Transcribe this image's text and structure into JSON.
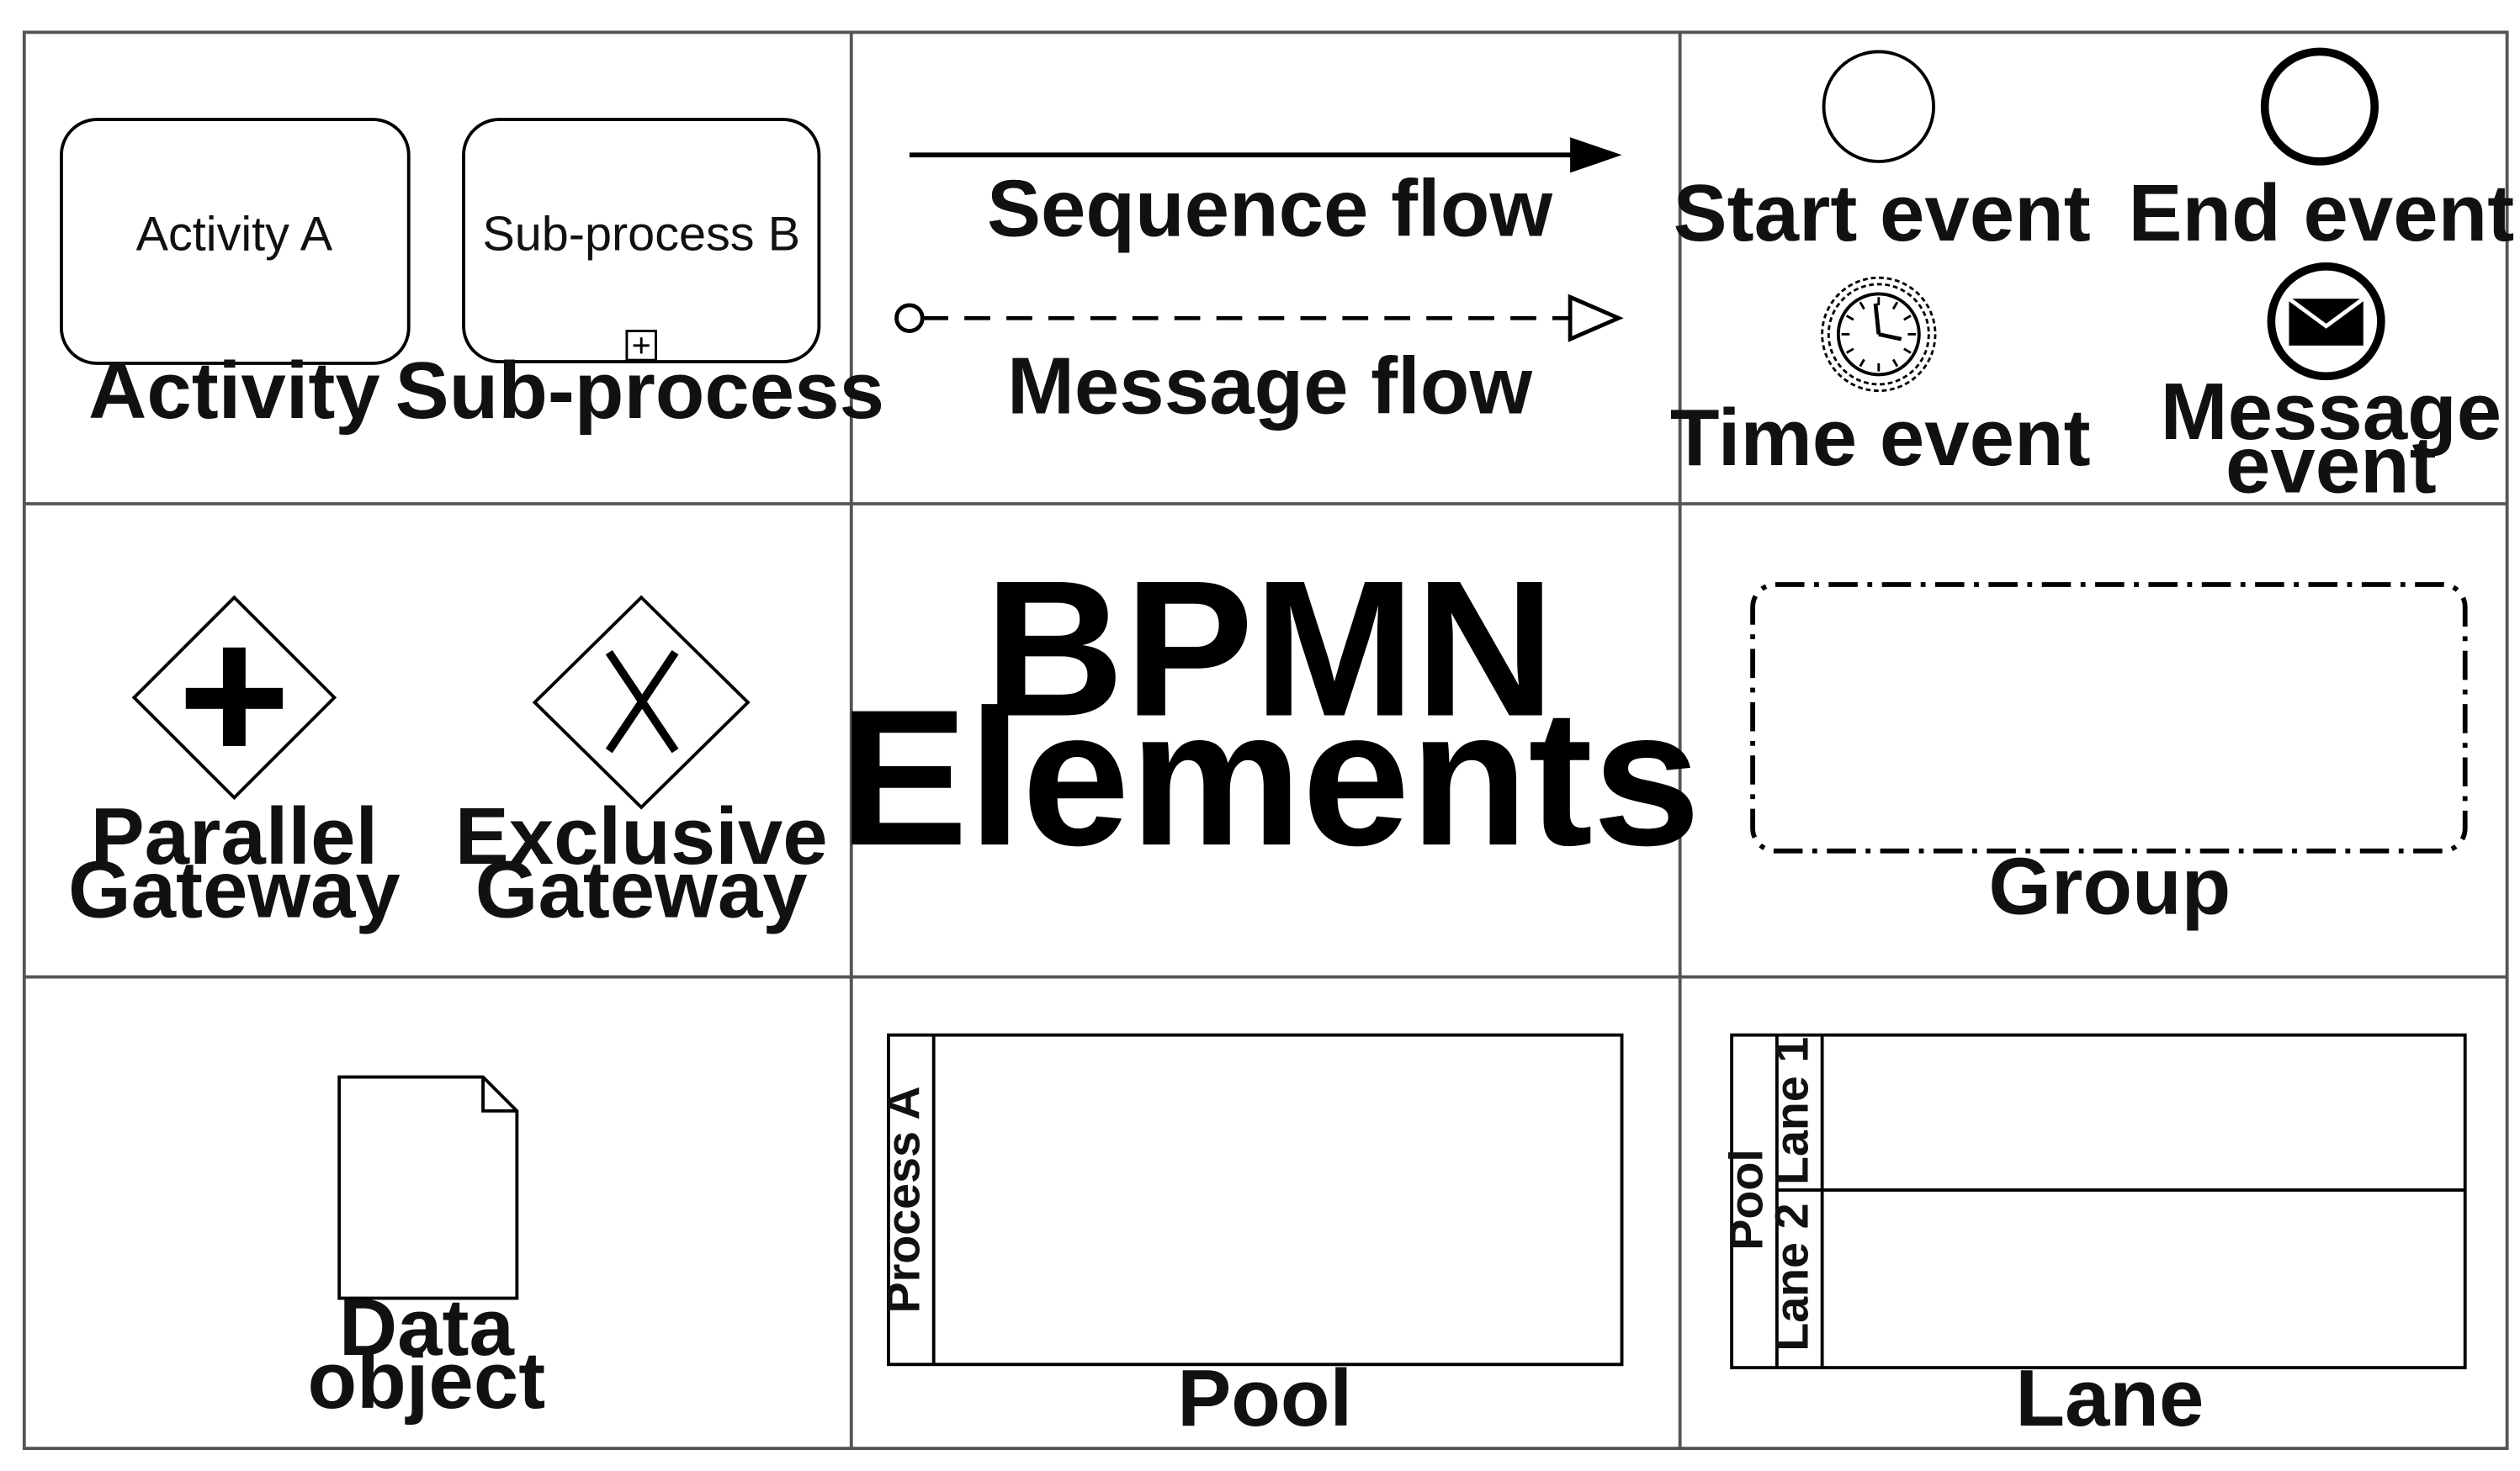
{
  "title": {
    "line1": "BPMN",
    "line2": "Elements"
  },
  "activity": {
    "box_label": "Activity A",
    "caption": "Activity"
  },
  "subprocess": {
    "box_label": "Sub-process B",
    "caption": "Sub-process",
    "marker": "+"
  },
  "flows": {
    "sequence": "Sequence flow",
    "message": "Message flow"
  },
  "events": {
    "start": "Start event",
    "end": "End event",
    "time": "Time event",
    "message_line1": "Message",
    "message_line2": "event"
  },
  "gateways": {
    "parallel_line1": "Parallel",
    "parallel_line2": "Gateway",
    "exclusive_line1": "Exclusive",
    "exclusive_line2": "Gateway"
  },
  "group": {
    "caption": "Group"
  },
  "data_object": {
    "line1": "Data",
    "line2": "object"
  },
  "pool": {
    "label": "Process A",
    "caption": "Pool"
  },
  "lane": {
    "pool_label": "Pool",
    "lane1": "Lane 1",
    "lane2": "Lane 2",
    "caption": "Lane"
  },
  "icons": [
    "clock-icon",
    "envelope-icon",
    "plus-icon",
    "x-icon",
    "arrowhead-icon"
  ],
  "colors": {
    "stroke": "#000000",
    "grid": "#555555",
    "background": "#ffffff"
  }
}
